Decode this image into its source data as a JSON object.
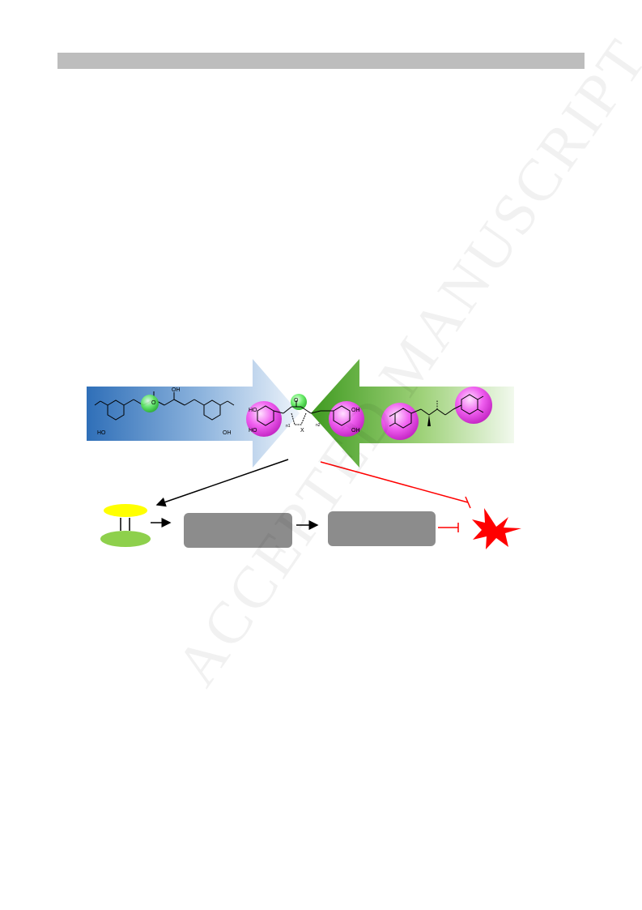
{
  "header": {
    "bar_color": "#bdbdbd"
  },
  "watermark": {
    "text": "ACCEPTED MANUSCRIPT"
  },
  "graphical_abstract": {
    "left_arrow_color": "#2f6fb8",
    "right_arrow_color": "#3f9a20",
    "molecule_labels": {
      "curcumin_o": "O",
      "curcumin_oh": "OH",
      "curcumin_ho": "HO",
      "curcumin_oh2": "OH",
      "center_o": "O",
      "center_ho_top": "HO",
      "center_ho_bottom": "HO",
      "center_oh_top": "OH",
      "center_oh_bottom": "OH",
      "center_n1": "n1",
      "center_n2": "n2",
      "center_x": "X"
    },
    "highlight_green": "#5de65d",
    "highlight_magenta": "#e040e0",
    "inhibit_color": "#ff0000",
    "burst_color": "#ff0000",
    "target_top_color": "#ffff00",
    "target_bottom_color": "#8ed04c",
    "box_color": "#8c8c8c"
  }
}
